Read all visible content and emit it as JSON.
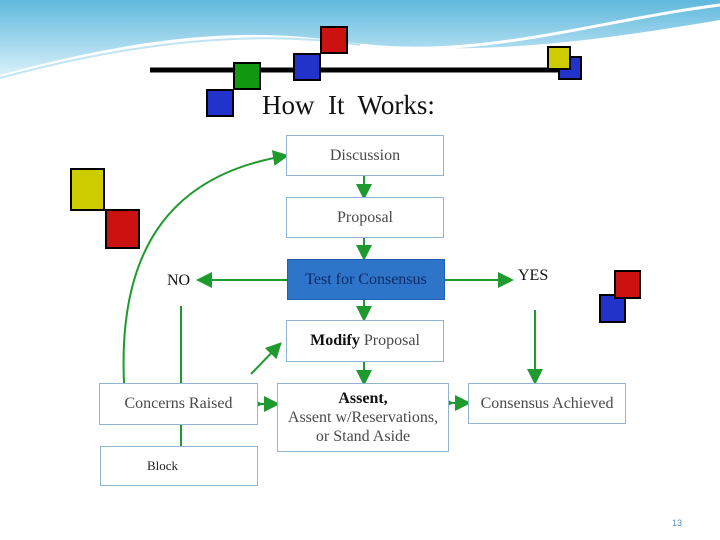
{
  "title": "How  It  Works:",
  "boxes": {
    "discussion": "Discussion",
    "proposal": "Proposal",
    "test": "Test  for  Consensus",
    "modify_bold": "Modify",
    "modify_rest": " Proposal",
    "concerns": "Concerns  Raised",
    "assent_line1": "Assent,",
    "assent_line2": "Assent w/Reservations,",
    "assent_line3": "or Stand Aside",
    "consensus": "Consensus  Achieved",
    "block": "Block"
  },
  "labels": {
    "no": "NO",
    "yes": "YES"
  },
  "page_number": "13",
  "colors": {
    "box_border": "#8eb4d6",
    "highlight": "#2e75c9",
    "arrow": "#1f9a2e",
    "square_red": "#cc1111",
    "square_green": "#119911",
    "square_blue": "#2233cc",
    "square_yellow": "#cccc00"
  }
}
